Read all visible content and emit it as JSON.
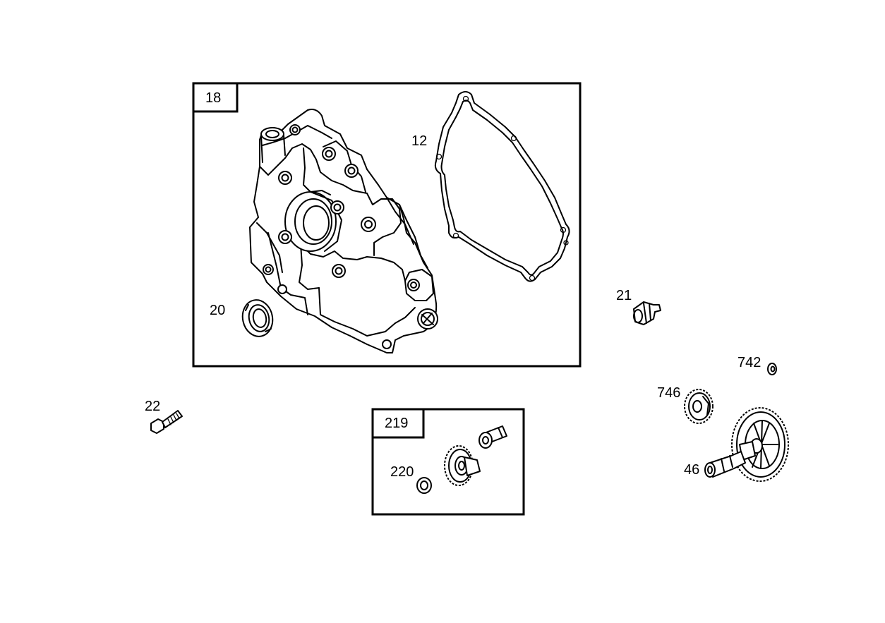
{
  "diagram": {
    "groups": [
      {
        "id": "18",
        "label": "18"
      },
      {
        "id": "219",
        "label": "219"
      }
    ],
    "part_labels": {
      "p12": "12",
      "p20": "20",
      "p21": "21",
      "p22": "22",
      "p220": "220",
      "p742": "742",
      "p746": "746",
      "p46": "46"
    },
    "line_color": "#000000",
    "background": "#ffffff"
  }
}
